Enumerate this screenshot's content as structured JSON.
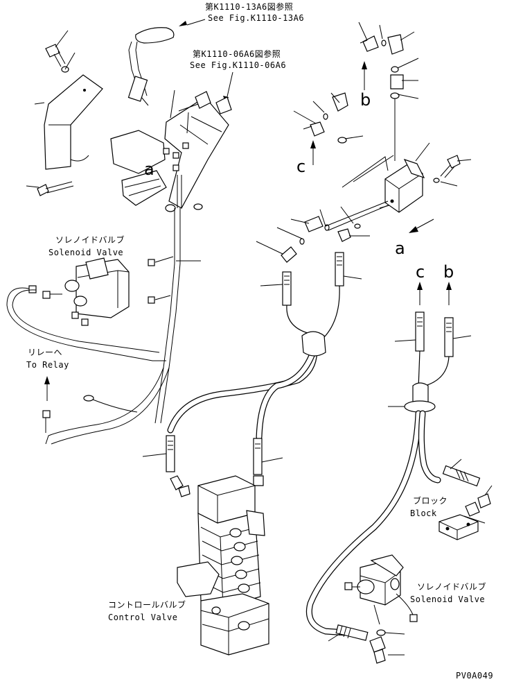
{
  "refs": {
    "ref1_jp": "第K1110-13A6図参照",
    "ref1_en": "See Fig.K1110-13A6",
    "ref2_jp": "第K1110-06A6図参照",
    "ref2_en": "See Fig.K1110-06A6"
  },
  "labels": {
    "solenoid_valve_left_jp": "ソレノイドバルブ",
    "solenoid_valve_left_en": "Solenoid Valve",
    "to_relay_jp": "リレーへ",
    "to_relay_en": "To Relay",
    "control_valve_jp": "コントロールバルブ",
    "control_valve_en": "Control Valve",
    "block_jp": "ブロック",
    "block_en": "Block",
    "solenoid_valve_right_jp": "ソレノイドバルブ",
    "solenoid_valve_right_en": "Solenoid Valve"
  },
  "connectors": {
    "a_top": "a",
    "a_right": "a",
    "b_top": "b",
    "b_right": "b",
    "c_top": "c",
    "c_right": "c"
  },
  "figure_code": "PV0A049"
}
